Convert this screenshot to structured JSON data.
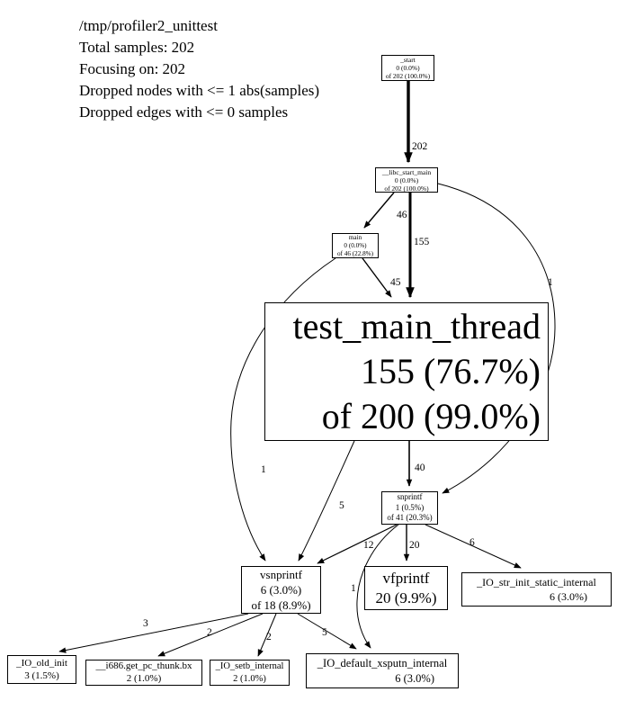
{
  "header": {
    "lines": [
      "/tmp/profiler2_unittest",
      "Total samples: 202",
      "Focusing on: 202",
      "Dropped nodes with <= 1 abs(samples)",
      "Dropped edges with <= 0 samples"
    ]
  },
  "nodes": {
    "start": {
      "name": "_start",
      "self": "0 (0.0%)",
      "cum": "of 202 (100.0%)"
    },
    "libc_start_main": {
      "name": "__libc_start_main",
      "self": "0 (0.0%)",
      "cum": "of 202 (100.0%)"
    },
    "main": {
      "name": "main",
      "self": "0 (0.0%)",
      "cum": "of 46 (22.8%)"
    },
    "test_main_thread": {
      "name": "test_main_thread",
      "self": "155 (76.7%)",
      "cum": "of 200 (99.0%)"
    },
    "snprintf": {
      "name": "snprintf",
      "self": "1 (0.5%)",
      "cum": "of 41 (20.3%)"
    },
    "vsnprintf": {
      "name": "vsnprintf",
      "self": "6 (3.0%)",
      "cum": "of 18 (8.9%)"
    },
    "vfprintf": {
      "name": "vfprintf",
      "self": "20 (9.9%)"
    },
    "io_str_init_static_internal": {
      "name": "_IO_str_init_static_internal",
      "self": "6 (3.0%)"
    },
    "io_old_init": {
      "name": "_IO_old_init",
      "self": "3 (1.5%)"
    },
    "get_pc_thunk": {
      "name": "__i686.get_pc_thunk.bx",
      "self": "2 (1.0%)"
    },
    "io_setb_internal": {
      "name": "_IO_setb_internal",
      "self": "2 (1.0%)"
    },
    "io_default_xsputn_internal": {
      "name": "_IO_default_xsputn_internal",
      "self": "6 (3.0%)"
    }
  },
  "edges": {
    "start_to_libc": "202",
    "libc_to_main": "46",
    "libc_to_test": "155",
    "libc_to_snprintf": "1",
    "main_to_test": "45",
    "main_to_vsnprintf": "1",
    "test_to_snprintf": "40",
    "test_to_vsnprintf": "5",
    "snprintf_to_vsnprintf": "12",
    "snprintf_to_vfprintf": "20",
    "snprintf_to_io_str": "6",
    "snprintf_to_xsputn": "1",
    "vsnprintf_to_io_old": "3",
    "vsnprintf_to_thunk": "2",
    "vsnprintf_to_setb": "2",
    "vsnprintf_to_xsputn": "5"
  }
}
